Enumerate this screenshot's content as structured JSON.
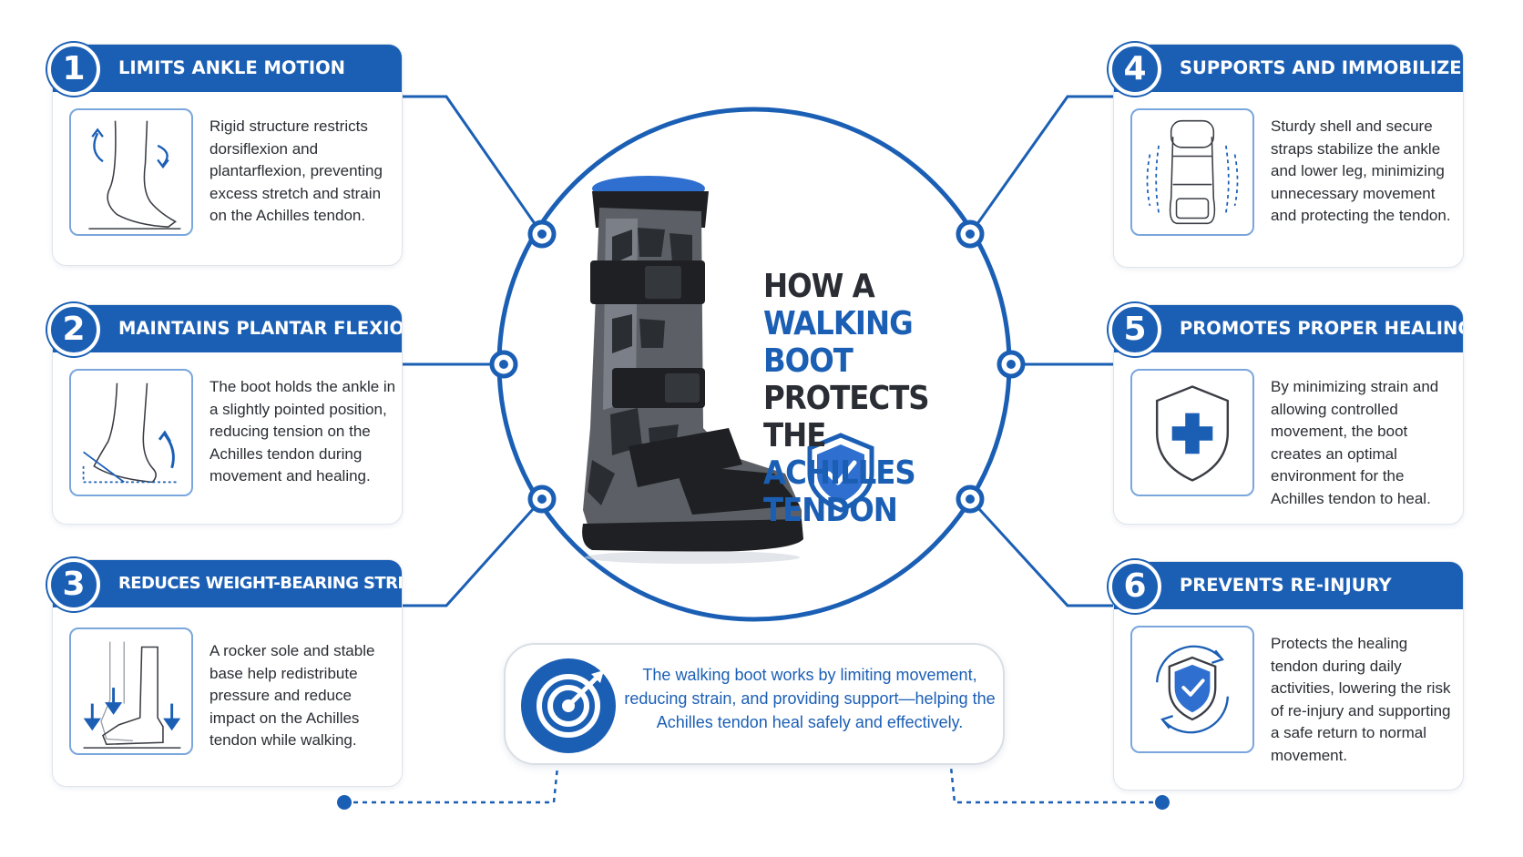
{
  "title": {
    "line1": "HOW A",
    "line2": "WALKING BOOT",
    "line3": "PROTECTS THE",
    "line4": "ACHILLES TENDON"
  },
  "cards": [
    {
      "number": "1",
      "heading": "LIMITS ANKLE MOTION",
      "icon": "ankle-motion-icon",
      "text": "Rigid structure restricts dorsiflexion and plantarflexion, preventing excess stretch and strain on the Achilles tendon."
    },
    {
      "number": "2",
      "heading": "MAINTAINS PLANTAR FLEXION",
      "icon": "plantar-flexion-icon",
      "text": "The boot holds the ankle in a slightly pointed position, reducing tension on the Achilles tendon during movement and healing."
    },
    {
      "number": "3",
      "heading": "REDUCES WEIGHT-BEARING STRESS",
      "icon": "weight-bearing-icon",
      "text": "A rocker sole and stable base help redistribute pressure and reduce impact on the Achilles tendon while walking."
    },
    {
      "number": "4",
      "heading": "SUPPORTS AND IMMOBILIZES",
      "icon": "boot-shell-icon",
      "text": "Sturdy shell and secure straps stabilize the ankle and lower leg, minimizing unnecessary movement and protecting the tendon."
    },
    {
      "number": "5",
      "heading": "PROMOTES PROPER HEALING",
      "icon": "shield-cross-icon",
      "text": "By minimizing strain and allowing controlled movement, the boot creates an optimal environment for the Achilles tendon to heal."
    },
    {
      "number": "6",
      "heading": "PREVENTS RE-INJURY",
      "icon": "shield-check-cycle-icon",
      "text": "Protects the healing tendon during daily activities, lowering the risk of re-injury and supporting a safe return to normal movement."
    }
  ],
  "summary": {
    "icon": "target-arrow-icon",
    "text": "The walking boot works by limiting movement, reducing strain, and providing support—helping the Achilles tendon heal safely and effectively."
  },
  "colors": {
    "brand_blue": "#1b5fb5",
    "light_blue": "#7aa6dc",
    "dark_text": "#2a2d33",
    "boot_gray": "#5c6066",
    "boot_black": "#1e2023",
    "liner_blue": "#2f6fd0"
  }
}
